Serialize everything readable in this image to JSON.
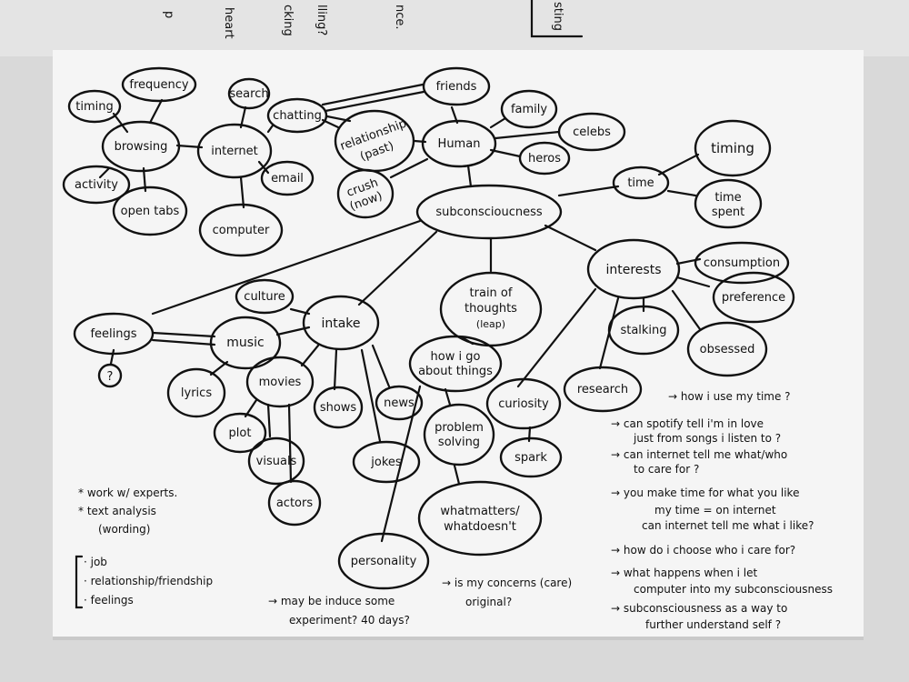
{
  "top_scribbles": [
    "p",
    "heart",
    "cking",
    "lling?",
    "nce.",
    "sting"
  ],
  "nodes": {
    "timing_left": "timing",
    "frequency": "frequency",
    "browsing": "browsing",
    "activity": "activity",
    "open_tabs": "open tabs",
    "search": "search",
    "internet": "internet",
    "email": "email",
    "computer": "computer",
    "chatting": "chatting",
    "friends": "friends",
    "relationship_1": "relationship",
    "relationship_2": "(past)",
    "crush_1": "crush",
    "crush_2": "(now)",
    "human": "Human",
    "family": "family",
    "celebs": "celebs",
    "heros": "heros",
    "time": "time",
    "timing_right": "timing",
    "time_spent_1": "time",
    "time_spent_2": "spent",
    "subconsciousness": "subconscioucness",
    "interests": "interests",
    "consumption": "consumption",
    "preference": "preference",
    "stalking": "stalking",
    "obsessed": "obsessed",
    "research": "research",
    "train_1": "train of",
    "train_2": "thoughts",
    "train_3": "(leap)",
    "how_go_1": "how i go",
    "how_go_2": "about things",
    "curiosity": "curiosity",
    "spark": "spark",
    "problem_1": "problem",
    "problem_2": "solving",
    "what_matters_1": "whatmatters/",
    "what_matters_2": "whatdoesn't",
    "personality": "personality",
    "culture": "culture",
    "intake": "intake",
    "feelings": "feelings",
    "question": "?",
    "music": "music",
    "lyrics": "lyrics",
    "movies": "movies",
    "plot": "plot",
    "visuals": "visuals",
    "actors": "actors",
    "shows": "shows",
    "news": "news",
    "jokes": "jokes"
  },
  "notes_left": [
    "* work w/ experts.",
    "* text analysis",
    "(wording)"
  ],
  "list_left": [
    "· job",
    "· relationship/friendship",
    "· feelings"
  ],
  "bottom_left_note": [
    "→ may be induce some",
    "experiment? 40 days?"
  ],
  "bottom_mid_note": [
    "→ is my concerns (care)",
    "original?"
  ],
  "questions_right": [
    "→ how i use my time ?",
    "→ can spotify tell i'm in love",
    "just from songs i listen to ?",
    "→ can internet tell me what/who",
    "to care for ?",
    "→ you make time for what you like",
    "my time = on internet",
    "can internet tell me what i like?",
    "→ how do i choose who i care for?",
    "→ what happens when i let",
    "computer into my subconsciousness",
    "→ subconsciousness as a way to",
    "further understand self ?"
  ]
}
